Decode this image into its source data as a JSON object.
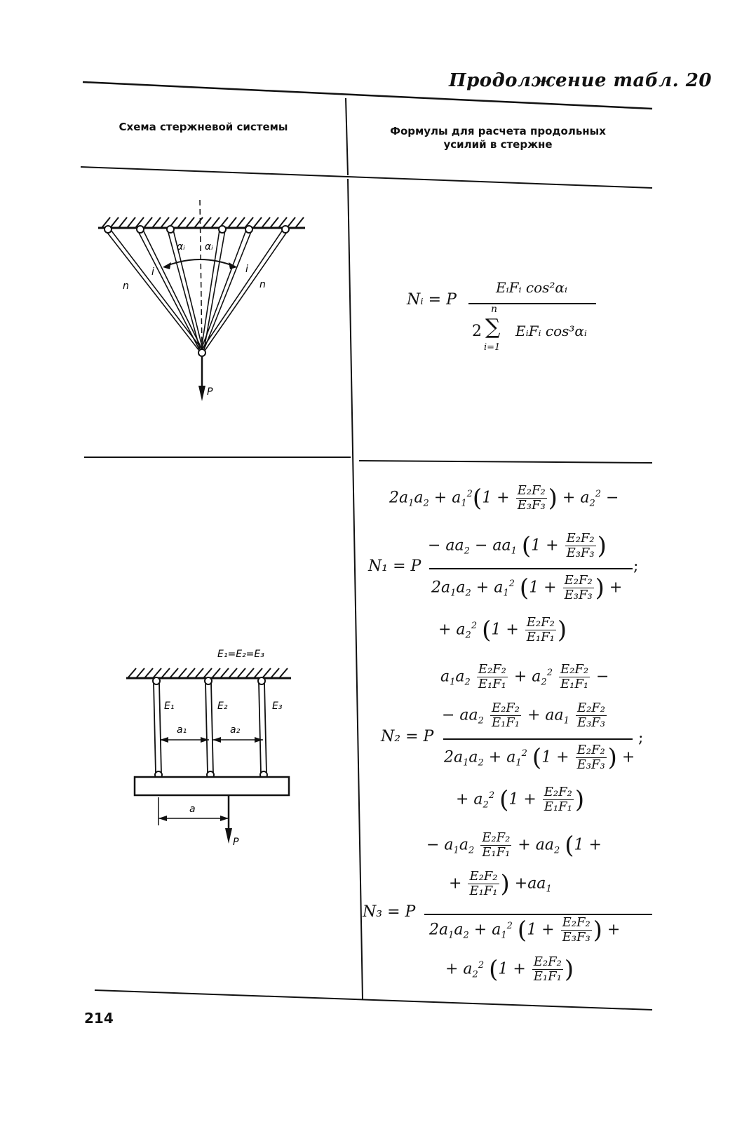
{
  "header": {
    "running_title": "Продолжение табл. 20"
  },
  "table": {
    "col_left_head": "Схема стержневой системы",
    "col_right_head_line1": "Формулы для расчета продольных",
    "col_right_head_line2": "усилий в стержне"
  },
  "diagram1": {
    "labels": {
      "alpha_i_left": "αᵢ",
      "alpha_i_right": "αᵢ",
      "i_left": "i",
      "i_right": "i",
      "n_left": "n",
      "n_right": "n",
      "load": "P"
    }
  },
  "formula1": {
    "lhs": "Nᵢ = P",
    "numerator": "EᵢFᵢ cos²αᵢ",
    "den_coef": "2",
    "sum_top": "n",
    "sum_bottom": "i=1",
    "den_body": "EᵢFᵢ cos³αᵢ"
  },
  "diagram2": {
    "labels": {
      "equal_moduli": "E₁=E₂=E₃",
      "e1": "E₁",
      "e2": "E₂",
      "e3": "E₃",
      "a1": "a₁",
      "a2": "a₂",
      "a": "a",
      "load": "P"
    }
  },
  "formulas2": {
    "n1_lhs": "N₁ = P",
    "n2_lhs": "N₂ = P",
    "n3_lhs": "N₃ = P",
    "sep": ";",
    "frac_num": "E₂F₂",
    "frac_den_31": "E₃F₃",
    "frac_den_11": "E₁F₁"
  },
  "footer": {
    "page_number": "214"
  }
}
